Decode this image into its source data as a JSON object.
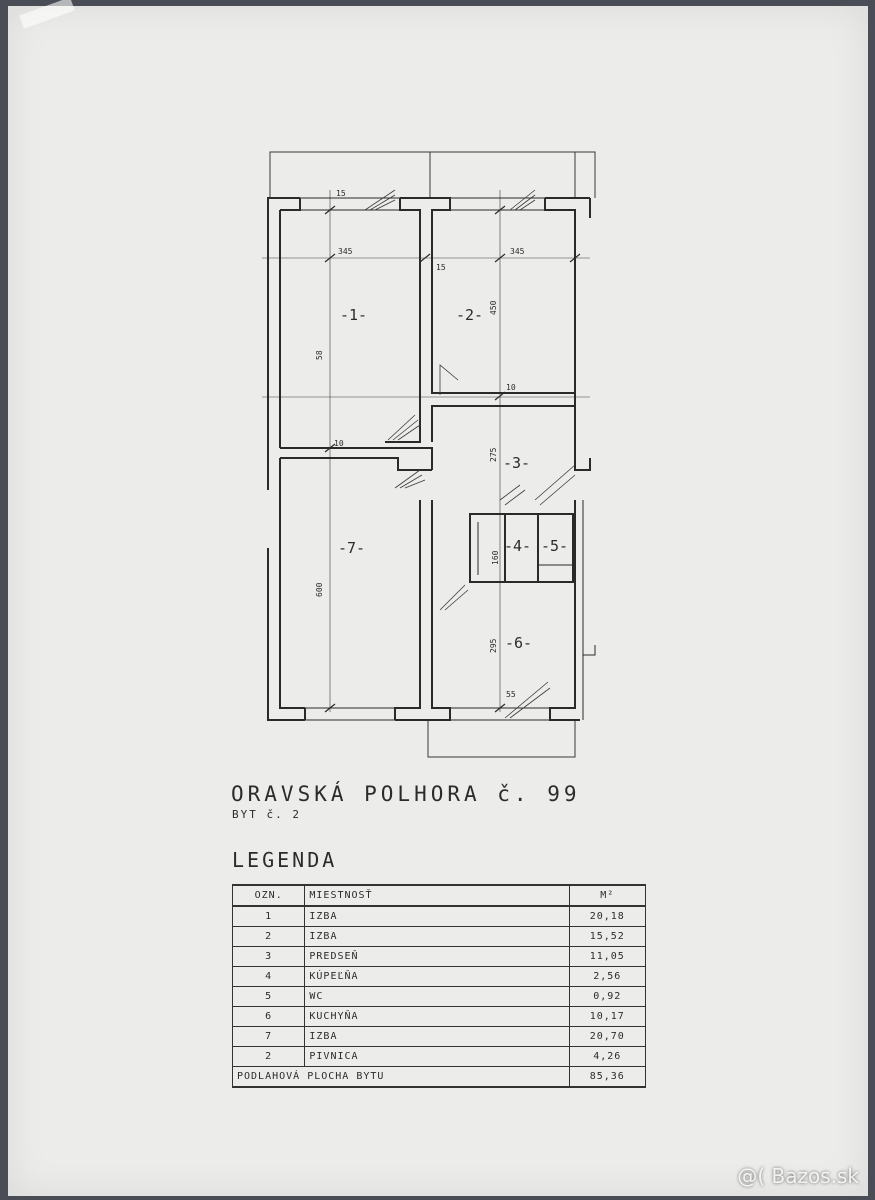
{
  "title": "ORAVSKÁ POLHORA č. 99",
  "subtitle": "BYT č. 2",
  "legend_heading": "LEGENDA",
  "rooms": [
    {
      "id": "1",
      "label": "-1-"
    },
    {
      "id": "2",
      "label": "-2-"
    },
    {
      "id": "3",
      "label": "-3-"
    },
    {
      "id": "4",
      "label": "-4-"
    },
    {
      "id": "5",
      "label": "-5-"
    },
    {
      "id": "6",
      "label": "-6-"
    },
    {
      "id": "7",
      "label": "-7-"
    }
  ],
  "dimensions": {
    "d345a": "345",
    "d345b": "345",
    "d58": "58",
    "d450": "450",
    "d15a": "15",
    "d15b": "15",
    "d10a": "10",
    "d10b": "10",
    "d275": "275",
    "d600": "600",
    "d160": "160",
    "d295": "295",
    "d55": "55"
  },
  "table": {
    "header": {
      "col1": "OZN.",
      "col2": "MIESTNOSŤ",
      "col3": "M²"
    },
    "rows": [
      {
        "ozn": "1",
        "name": "IZBA",
        "area": "20,18"
      },
      {
        "ozn": "2",
        "name": "IZBA",
        "area": "15,52"
      },
      {
        "ozn": "3",
        "name": "PREDSEŇ",
        "area": "11,05"
      },
      {
        "ozn": "4",
        "name": "KÚPEĽŇA",
        "area": "2,56"
      },
      {
        "ozn": "5",
        "name": "WC",
        "area": "0,92"
      },
      {
        "ozn": "6",
        "name": "KUCHYŇA",
        "area": "10,17"
      },
      {
        "ozn": "7",
        "name": "IZBA",
        "area": "20,70"
      },
      {
        "ozn": "2",
        "name": "PIVNICA",
        "area": "4,26"
      }
    ],
    "total": {
      "label": "PODLAHOVÁ PLOCHA BYTU",
      "area": "85,36"
    }
  },
  "watermark": "@( Bazos.sk"
}
